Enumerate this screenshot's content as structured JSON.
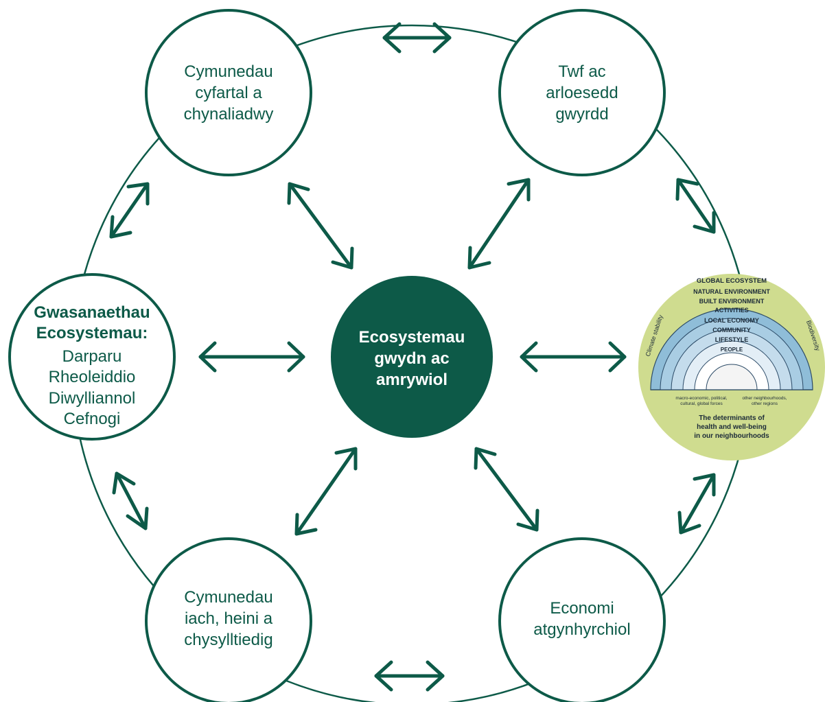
{
  "nodes": {
    "top_left": [
      "Cymunedau",
      "cyfartal a",
      "chynaliadwy"
    ],
    "top_right": [
      "Twf ac",
      "arloesedd",
      "gwyrdd"
    ],
    "left": {
      "heading": [
        "Gwasanaethau",
        "Ecosystemau:"
      ],
      "items": [
        "Darparu",
        "Rheoleiddio",
        "Diwylliannol",
        "Cefnogi"
      ]
    },
    "center": [
      "Ecosystemau",
      "gwydn ac",
      "amrywiol"
    ],
    "bottom_left": [
      "Cymunedau",
      "iach, heini a",
      "chysylltiedig"
    ],
    "bottom_right": [
      "Economi",
      "atgynhyrchiol"
    ]
  },
  "health_map": {
    "rings": [
      "GLOBAL ECOSYSTEM",
      "NATURAL ENVIRONMENT",
      "BUILT ENVIRONMENT",
      "ACTIVITIES",
      "LOCAL ECONOMY",
      "COMMUNITY",
      "LIFESTYLE",
      "PEOPLE"
    ],
    "side_left": "Climate stability",
    "side_right": "Biodiversity",
    "caption": [
      "The determinants of",
      "health and well-being",
      "in our neighbourhoods"
    ],
    "bottom_notes": [
      "macro-economic, political,",
      "cultural, global forces",
      "other neighbourhoods,",
      "other regions"
    ]
  },
  "colors": {
    "primary": "#0d5a48",
    "health_map_outer": "#cfdc8f",
    "health_map_inner": "#a9cde3"
  }
}
